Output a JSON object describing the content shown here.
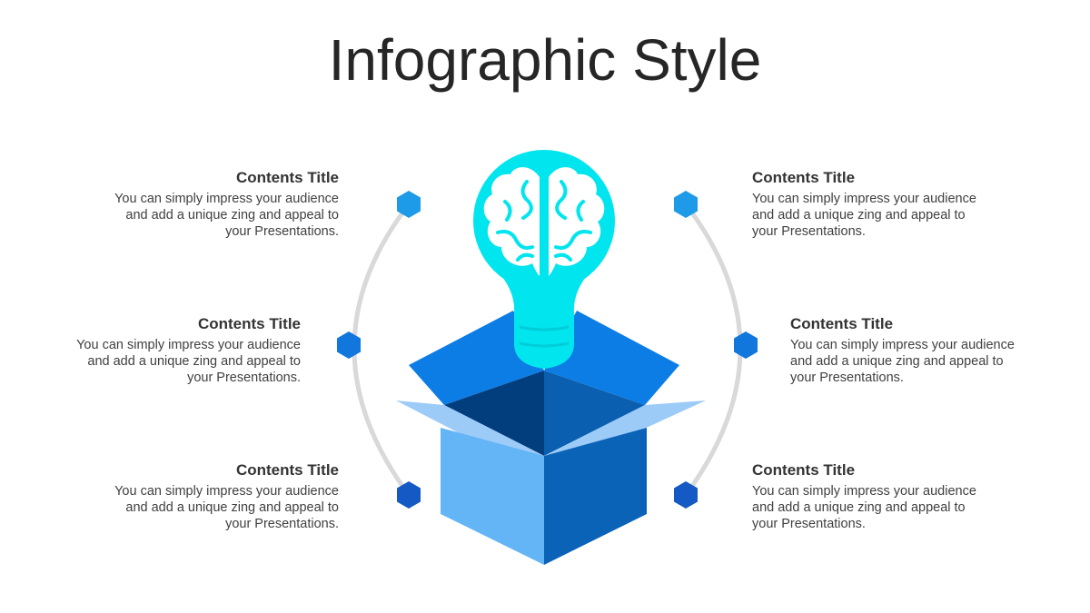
{
  "title": "Infographic Style",
  "items": [
    {
      "title": "Contents Title",
      "lines": [
        "You can simply impress your audience",
        "and add a unique zing and appeal to",
        "your Presentations."
      ]
    },
    {
      "title": "Contents Title",
      "lines": [
        "You can simply impress your audience",
        "and add a unique zing and appeal to",
        "your Presentations."
      ]
    },
    {
      "title": "Contents Title",
      "lines": [
        "You can simply impress your audience",
        "and add a unique zing and appeal to",
        "your Presentations."
      ]
    },
    {
      "title": "Contents Title",
      "lines": [
        "You can simply impress your audience",
        "and add a unique zing and appeal to",
        "your Presentations."
      ]
    },
    {
      "title": "Contents Title",
      "lines": [
        "You can simply impress your audience",
        "and add a unique zing and appeal to",
        "your Presentations."
      ]
    },
    {
      "title": "Contents Title",
      "lines": [
        "You can simply impress your audience",
        "and add a unique zing and appeal to",
        "your Presentations."
      ]
    }
  ],
  "colors": {
    "bulb": "#00E5EE",
    "hex_top": "#1E9BE8",
    "hex_mid": "#1177DD",
    "hex_bottom": "#1559C4",
    "arc": "#D9D9D9",
    "box_front_left": "#64B5F6",
    "box_front_right": "#0B63B8",
    "box_inside_back_left": "#023E7D",
    "box_inside_back_right": "#0A5FB0",
    "flap_back": "#0D7DE6",
    "flap_side": "#9DCBF8"
  }
}
